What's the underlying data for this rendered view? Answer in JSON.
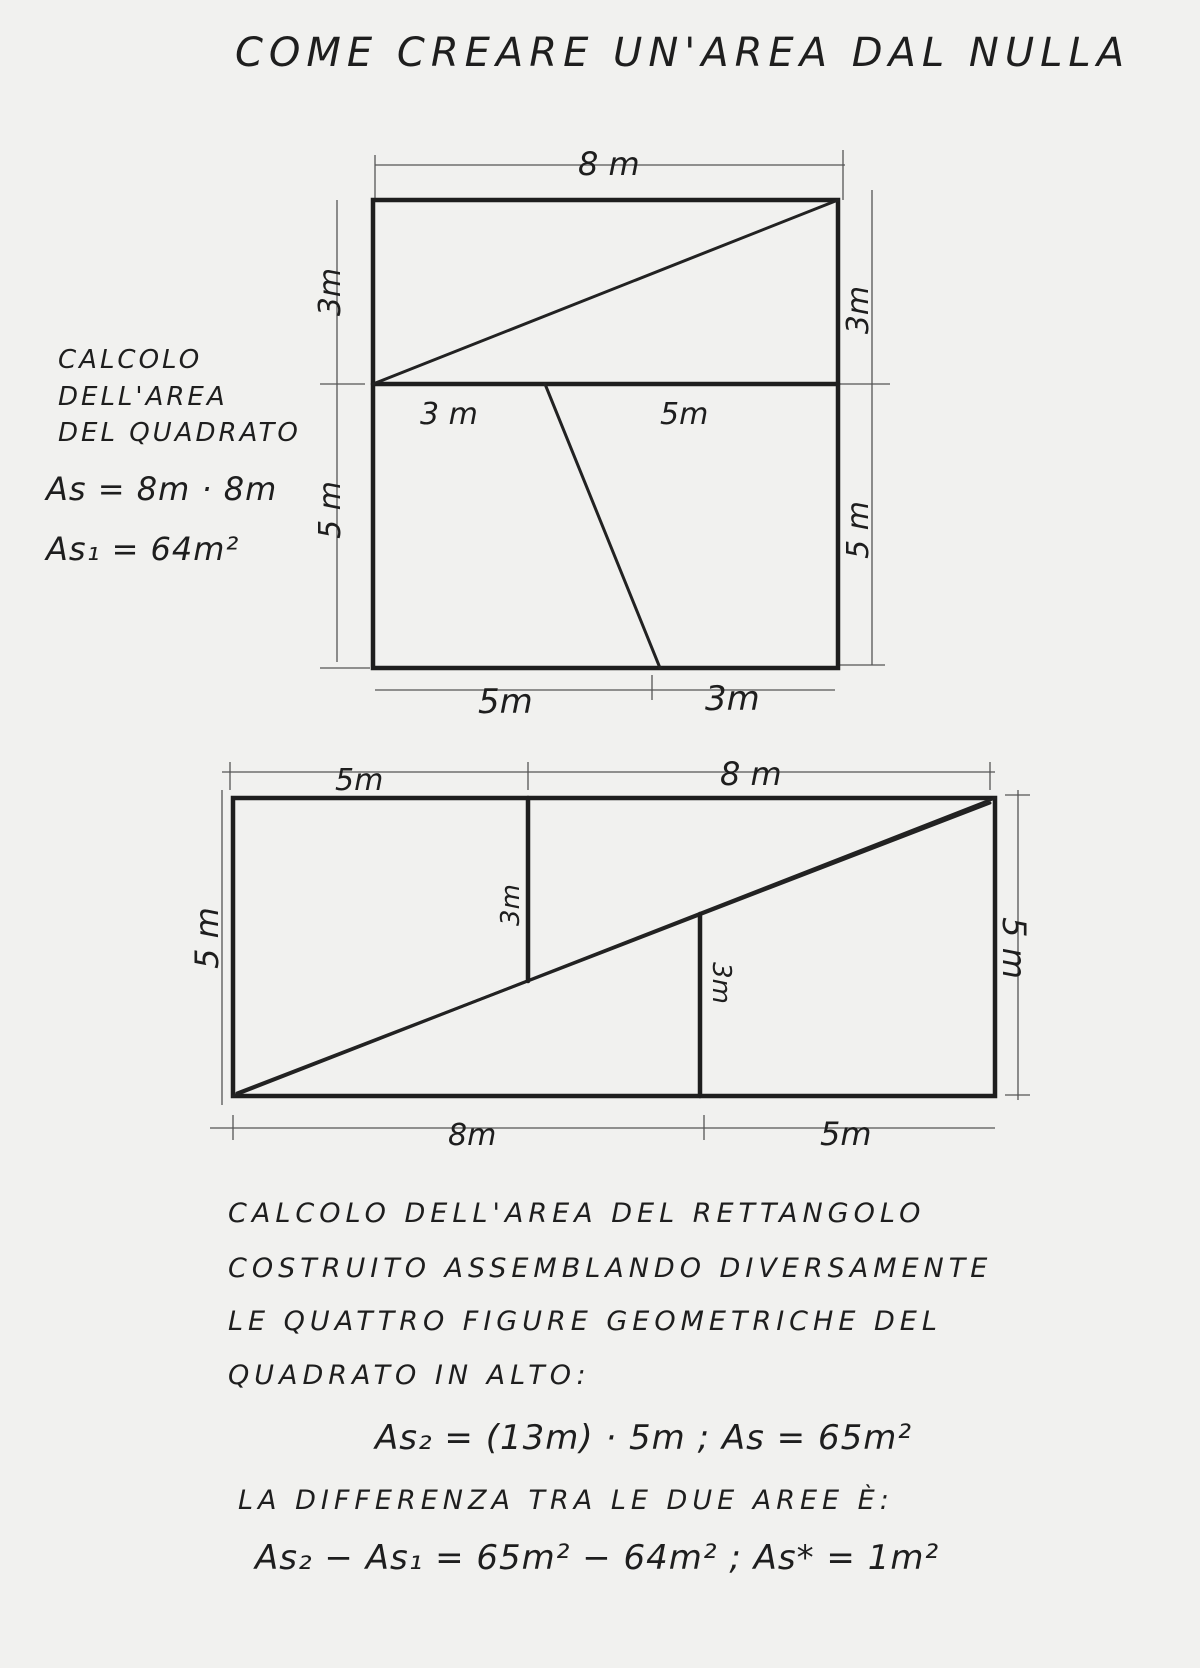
{
  "title": "COME CREARE UN'AREA DAL NULLA",
  "square_note": {
    "lines": [
      "CALCOLO",
      "DELL'AREA",
      "DEL QUADRATO"
    ],
    "formula_1": "As = 8m · 8m",
    "formula_2": "As₁ = 64m²"
  },
  "square_labels": {
    "top": "8 m",
    "left_upper": "3m",
    "left_lower": "5 m",
    "right_upper": "3m",
    "right_lower": "5 m",
    "inner_left": "3 m",
    "inner_right": "5m",
    "bottom_left": "5m",
    "bottom_right": "3m"
  },
  "rectangle_labels": {
    "top_left": "5m",
    "top_right": "8 m",
    "left": "5 m",
    "right": "5 m",
    "inner_upper": "3m",
    "inner_lower": "3m",
    "bottom_left": "8m",
    "bottom_right": "5m"
  },
  "notes": {
    "lines": [
      "CALCOLO DELL'AREA DEL RETTANGOLO",
      "COSTRUITO ASSEMBLANDO DIVERSAMENTE",
      "LE QUATTRO FIGURE GEOMETRICHE DEL",
      "QUADRATO IN ALTO:"
    ],
    "formula_3": "As₂ = (13m) · 5m ; As = 65m²",
    "diff_line": "LA DIFFERENZA TRA LE DUE AREE È:",
    "formula_4": "As₂ − As₁ = 65m² − 64m² ; As* = 1m²"
  }
}
